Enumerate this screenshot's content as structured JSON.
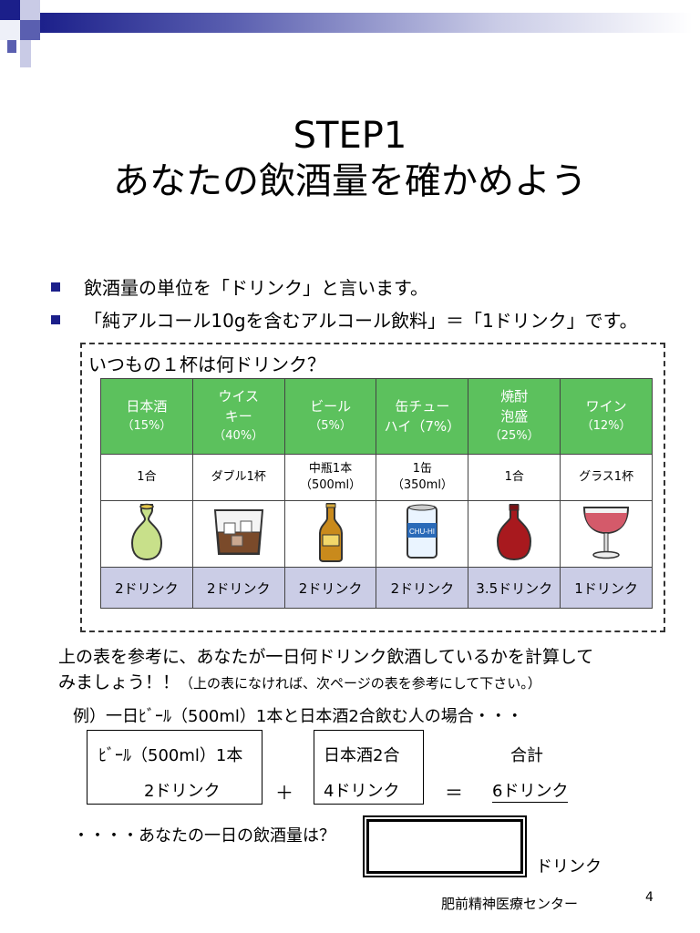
{
  "header": {
    "title_line1": "STEP1",
    "title_line2": "あなたの飲酒量を確かめよう",
    "accent_color": "#1b1f8a"
  },
  "bullets": [
    "飲酒量の単位を「ドリンク」と言います。",
    "「純アルコール10gを含むアルコール飲料」＝「1ドリンク」です。"
  ],
  "table": {
    "title": "いつもの１杯は何ドリンク？",
    "header_color": "#5cc15d",
    "drinks_row_color": "#cbcde6",
    "columns": [
      {
        "name": "日本酒",
        "pct": "（15%）",
        "unit": "1合",
        "icon": "sake-bottle-icon",
        "drinks": "2ドリンク"
      },
      {
        "name": "ウイス\nキー",
        "pct": "（40%）",
        "unit": "ダブル1杯",
        "icon": "whisky-glass-icon",
        "drinks": "2ドリンク"
      },
      {
        "name": "ビール",
        "pct": "（5%）",
        "unit": "中瓶1本\n（500ml）",
        "icon": "beer-bottle-icon",
        "drinks": "2ドリンク"
      },
      {
        "name": "缶チュー\nハイ（7%）",
        "pct": "",
        "unit": "1缶\n（350ml）",
        "icon": "chuhi-can-icon",
        "drinks": "2ドリンク"
      },
      {
        "name": "焼酎\n泡盛",
        "pct": "（25%）",
        "unit": "1合",
        "icon": "shochu-bottle-icon",
        "drinks": "3.5ドリンク"
      },
      {
        "name": "ワイン",
        "pct": "（12%）",
        "unit": "グラス1杯",
        "icon": "wine-glass-icon",
        "drinks": "1ドリンク"
      }
    ],
    "can_label": "CHU-HI"
  },
  "instruction": {
    "line1": "上の表を参考に、あなたが一日何ドリンク飲酒しているかを計算して",
    "line2_main": "みましょう！！",
    "line2_small": "（上の表になければ、次ページの表を参考にして下さい。）"
  },
  "example": {
    "heading": "例）一日ﾋﾞｰﾙ（500ml）1本と日本酒2合飲む人の場合・・・",
    "box1_label": "ﾋﾞｰﾙ（500ml）1本",
    "box1_value": "2ドリンク",
    "plus": "＋",
    "box2_label": "日本酒2合",
    "box2_value": "4ドリンク",
    "equals": "＝",
    "total_label": "合計",
    "total_value": "6ドリンク"
  },
  "question": {
    "text": "・・・・あなたの一日の飲酒量は？",
    "unit": "ドリンク"
  },
  "footer": {
    "organization": "肥前精神医療センター",
    "page_number": "4"
  }
}
